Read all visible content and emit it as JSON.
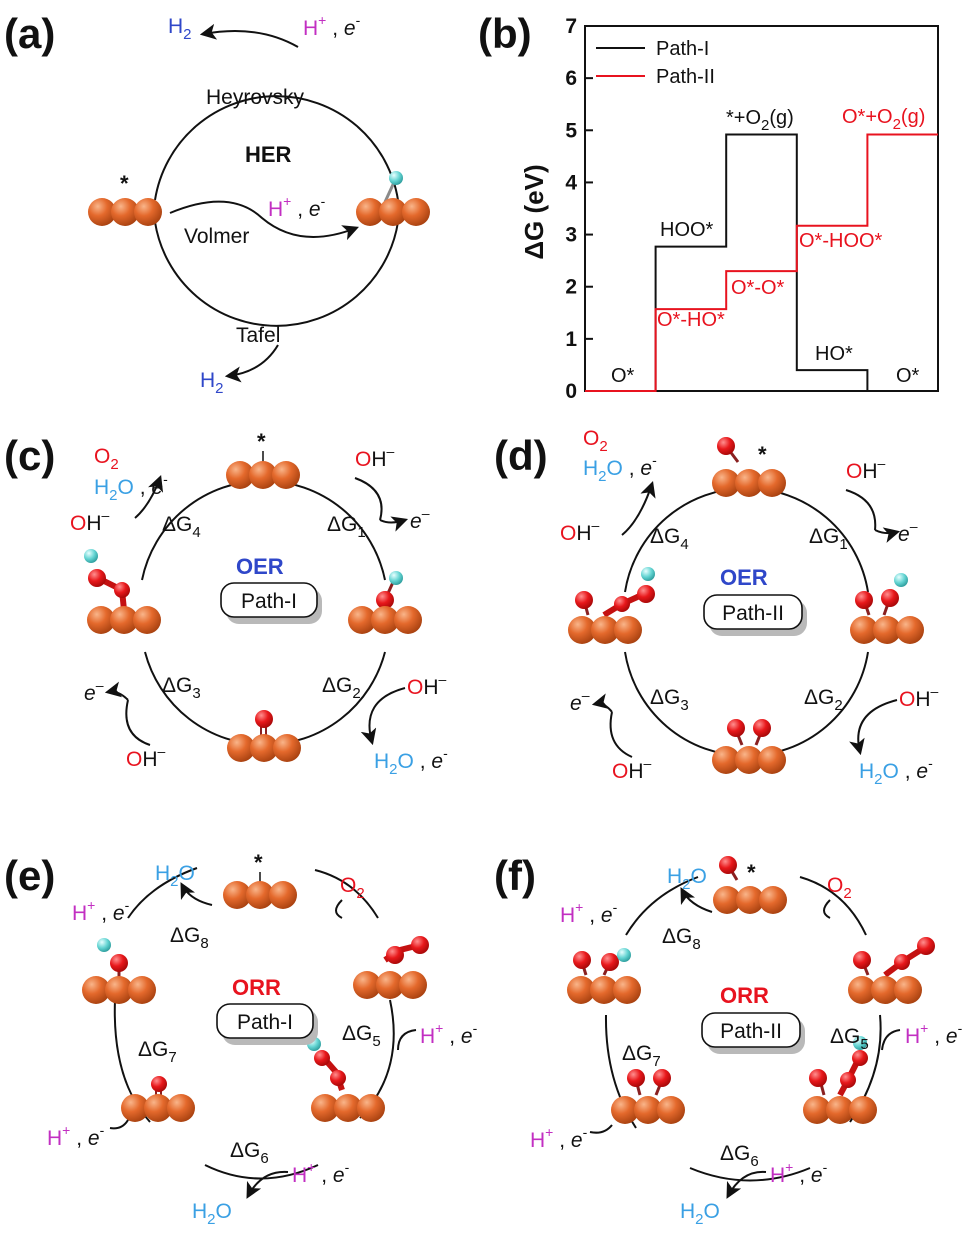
{
  "panels": {
    "a": {
      "label": "(a)",
      "center_title": "HER",
      "steps": [
        "Heyrovsky",
        "Volmer",
        "Tafel"
      ],
      "species": {
        "h2": [
          "H",
          "2"
        ],
        "hplus_e": [
          "H",
          "+",
          " , ",
          "e",
          "-"
        ]
      }
    },
    "b": {
      "label": "(b)",
      "legend": [
        "Path-I",
        "Path-II"
      ],
      "state_labels": {
        "o_star_left": "O*",
        "hoo": "HOO*",
        "star_o2": [
          "*+O",
          "2",
          "(g)"
        ],
        "ho": "HO*",
        "o_star_right": "O*",
        "o_ho": "O*-HO*",
        "o_o": "O*-O*",
        "o_hoo": "O*-HOO*",
        "o_star_o2": [
          "O*+O",
          "2",
          "(g)"
        ]
      }
    },
    "c": {
      "label": "(c)",
      "title": "OER",
      "path": "Path-I"
    },
    "d": {
      "label": "(d)",
      "title": "OER",
      "path": "Path-II"
    },
    "e": {
      "label": "(e)",
      "title": "ORR",
      "path": "Path-I"
    },
    "f": {
      "label": "(f)",
      "title": "ORR",
      "path": "Path-II"
    },
    "species": {
      "o2": [
        "O",
        "2"
      ],
      "h2o": [
        "H",
        "2",
        "O"
      ],
      "e_sep": [
        " , ",
        "e",
        "-"
      ],
      "oh_minus": [
        "O",
        "H",
        "–"
      ],
      "e_minus": [
        "e",
        "–"
      ],
      "hplus": [
        "H",
        "+"
      ],
      "hplus_e_sep": [
        " , ",
        "e",
        "-"
      ],
      "star": "*",
      "delta": "Δ",
      "g": "G"
    },
    "dg_subscripts": [
      "1",
      "2",
      "3",
      "4",
      "5",
      "6",
      "7",
      "8"
    ]
  },
  "chart_data": {
    "type": "line",
    "chart_kind": "free-energy step diagram",
    "ylabel": "ΔG (eV)",
    "ylim": [
      0,
      7
    ],
    "yticks": [
      0,
      1,
      2,
      3,
      4,
      5,
      6,
      7
    ],
    "x_steps": 5,
    "series": [
      {
        "name": "Path-I",
        "color": "#111111",
        "values": [
          0,
          2.77,
          4.92,
          0.4,
          0
        ]
      },
      {
        "name": "Path-II",
        "color": "#e8131f",
        "values": [
          0,
          1.57,
          2.3,
          3.17,
          4.92
        ]
      }
    ],
    "legend_position": "top-left",
    "grid": false
  },
  "colors": {
    "atom": "#e0672d",
    "atom_dark": "#a63e10",
    "oxygen": "#e51a1a",
    "hydrogen": "#5fd3d3",
    "blue": "#2f47c9",
    "magenta": "#c22fc2",
    "red": "#e8131f",
    "sky": "#3aa0e4"
  }
}
